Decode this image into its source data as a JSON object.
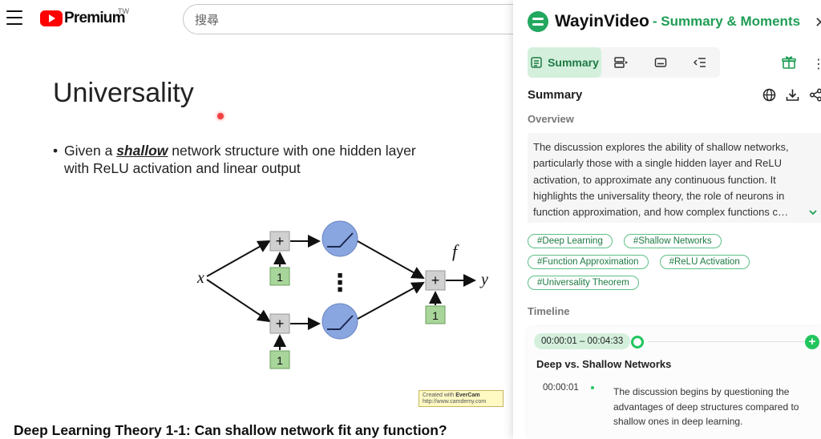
{
  "youtube": {
    "logo_text": "Premium",
    "region": "TW",
    "search_placeholder": "搜尋"
  },
  "slide": {
    "title": "Universality",
    "bullet_prefix": "Given a",
    "bullet_emphasis": "shallow",
    "bullet_rest": "network structure  with one hidden layer",
    "bullet_line2": "with ReLU activation and linear output",
    "diagram": {
      "input": "x",
      "output": "y",
      "func": "f",
      "plus": "+",
      "bias": "1",
      "ellipsis": "⋮"
    },
    "watermark_line1_prefix": "Created with",
    "watermark_brand": "EverCam",
    "watermark_line2": "http://www.camdemy.com"
  },
  "video": {
    "title": "Deep Learning Theory 1-1: Can shallow network fit any function?"
  },
  "panel": {
    "brand": "WayinVideo",
    "subtitle": "- Summary & Moments",
    "tabs": [
      {
        "label": "Summary",
        "icon": "summary-icon",
        "active": true
      },
      {
        "icon": "chapters-icon"
      },
      {
        "icon": "subtitles-icon"
      },
      {
        "icon": "outline-icon"
      }
    ],
    "summary_heading": "Summary",
    "overview_label": "Overview",
    "overview_text": "The discussion explores the ability of shallow networks, particularly those with a single hidden layer and ReLU activation, to approximate any continuous function. It highlights the universality theory, the role of neurons in function approximation, and how complex functions can be represented by shallow networks.",
    "tags": [
      "#Deep Learning",
      "#Shallow Networks",
      "#Function Approximation",
      "#ReLU Activation",
      "#Universality Theorem"
    ],
    "timeline_label": "Timeline",
    "timeline": {
      "range": "00:00:01 – 00:04:33",
      "chapter_title": "Deep vs. Shallow Networks",
      "entry_time": "00:00:01",
      "entry_text": "The discussion begins by questioning the advantages of deep structures compared to shallow ones in deep learning."
    },
    "accent_color": "#22c55e"
  }
}
